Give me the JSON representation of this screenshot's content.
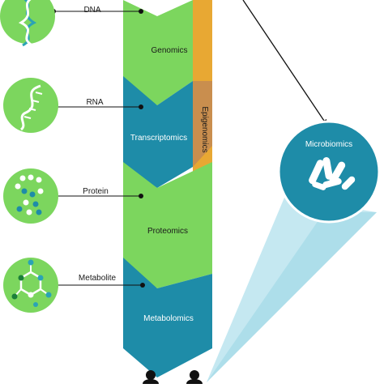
{
  "colors": {
    "green": "#7CD65E",
    "blue": "#1E8CA8",
    "orange": "#E8A833",
    "orange_dark": "#C98E4E",
    "white": "#FFFFFF",
    "text_dark": "#1a1a1a",
    "dna_icon": "#2BA3B5"
  },
  "molecules": [
    {
      "label": "DNA",
      "icon": "dna-helix-icon"
    },
    {
      "label": "RNA",
      "icon": "rna-strand-icon"
    },
    {
      "label": "Protein",
      "icon": "protein-chain-icon"
    },
    {
      "label": "Metabolite",
      "icon": "metabolite-molecule-icon"
    }
  ],
  "layers": [
    {
      "label": "Genomics",
      "color": "green"
    },
    {
      "label": "Transcriptomics",
      "color": "blue"
    },
    {
      "label": "Proteomics",
      "color": "green"
    },
    {
      "label": "Metabolomics",
      "color": "blue"
    }
  ],
  "side_band": {
    "label": "Epigenomics"
  },
  "microbiome": {
    "label": "Microbiomics",
    "icon": "bacteria-icon"
  },
  "bottom": {
    "icon": "person-silhouette-icon"
  }
}
